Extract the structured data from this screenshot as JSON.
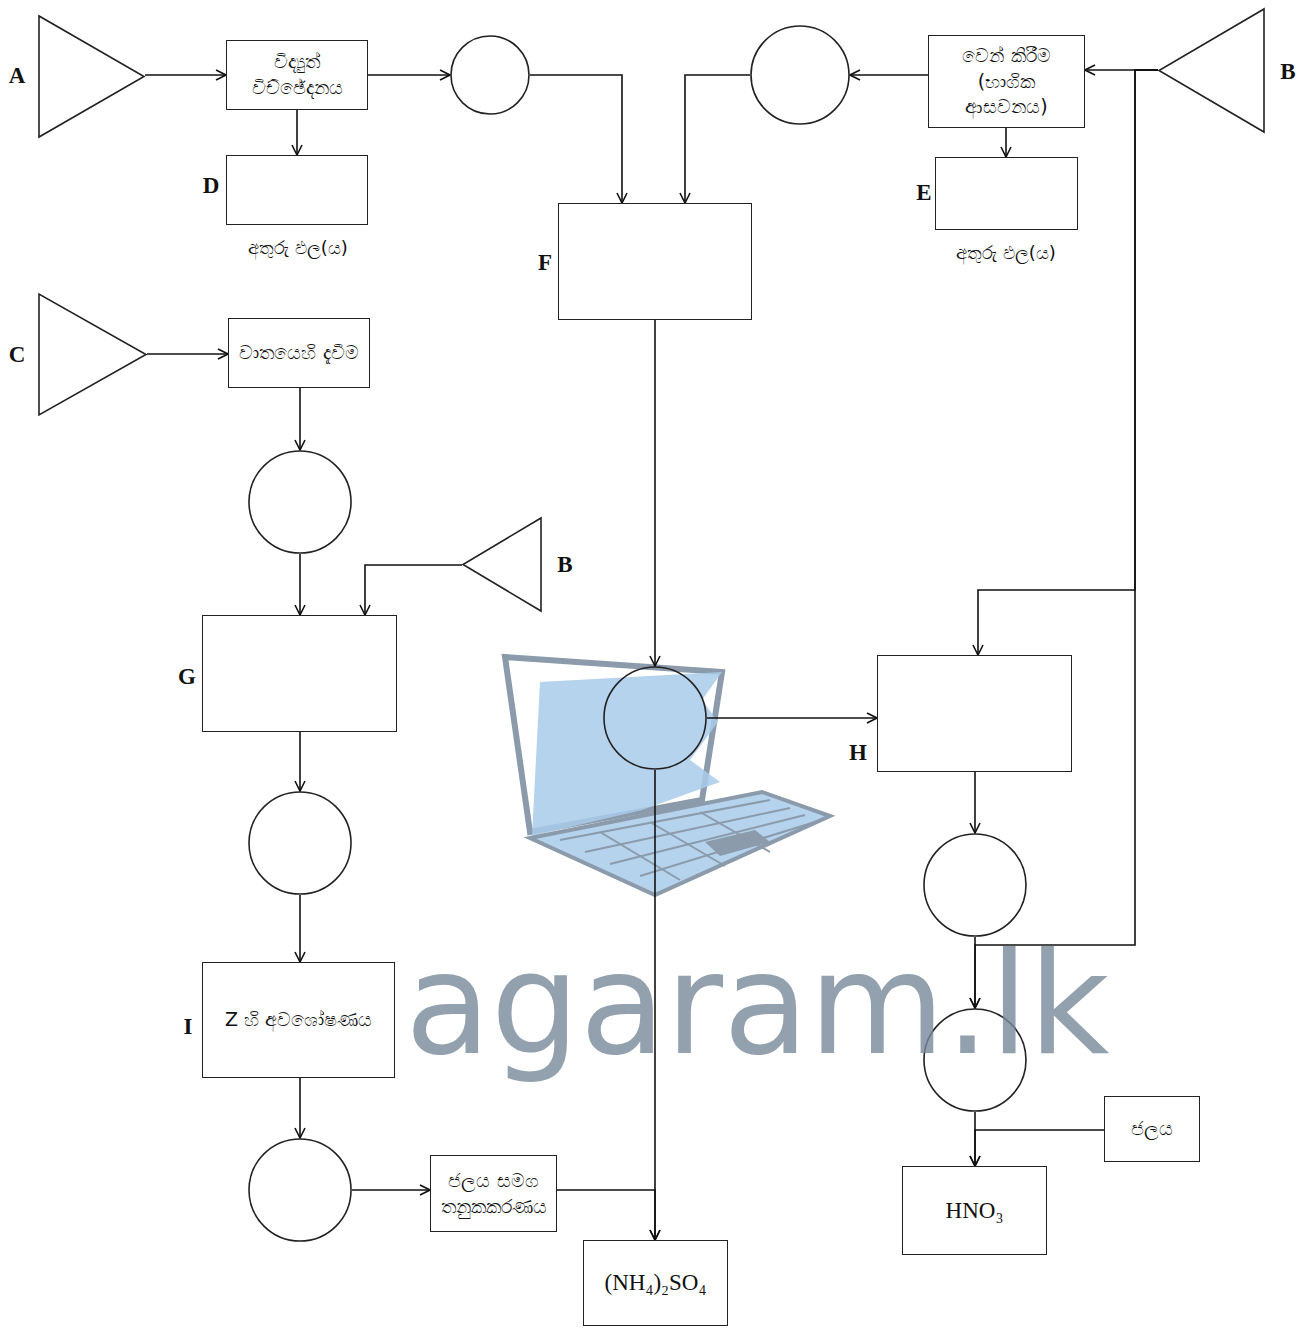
{
  "diagram": {
    "nodes": [
      {
        "text": [
          "A"
        ]
      },
      {
        "text": [
          "විද්‍යුත් විච්ඡේදනය"
        ]
      },
      {
        "text": []
      },
      {
        "text": [
          "D",
          "අතුරු ඵල(ය)"
        ]
      },
      {
        "text": [
          "B"
        ]
      },
      {
        "text": [
          "වෙන් කිරීම (භාගික ආසවනය)"
        ]
      },
      {
        "text": []
      },
      {
        "text": [
          "E",
          "අතුරු ඵල(ය)"
        ]
      },
      {
        "text": [
          "F"
        ]
      },
      {
        "text": [
          "C"
        ]
      },
      {
        "text": [
          "වාතයෙහි දැවීම"
        ]
      },
      {
        "text": []
      },
      {
        "text": [
          "B"
        ]
      },
      {
        "text": [
          "G"
        ]
      },
      {
        "text": []
      },
      {
        "text": [
          "H"
        ]
      },
      {
        "text": []
      },
      {
        "text": []
      },
      {
        "text": [
          "I",
          "Z හි අවශෝෂණය"
        ]
      },
      {
        "text": []
      },
      {
        "text": []
      },
      {
        "text": [
          "ජලය සමග තනුකකරණය"
        ]
      },
      {
        "text": [
          "ජලය"
        ]
      },
      {
        "text": [
          "(NH₄)₂SO₄"
        ]
      },
      {
        "text": [
          "HNO₃"
        ]
      }
    ],
    "edges": [
      {
        "from": 0,
        "to": 1,
        "arrow": "to"
      },
      {
        "from": 1,
        "to": 2,
        "arrow": "to"
      },
      {
        "from": 1,
        "to": 3,
        "arrow": "to"
      },
      {
        "from": 4,
        "to": 5,
        "arrow": "to"
      },
      {
        "from": 5,
        "to": 6,
        "arrow": "to"
      },
      {
        "from": 5,
        "to": 7,
        "arrow": "to"
      },
      {
        "from": 2,
        "to": 8,
        "arrow": "to"
      },
      {
        "from": 6,
        "to": 8,
        "arrow": "to"
      },
      {
        "from": 8,
        "to": 14,
        "arrow": "to"
      },
      {
        "from": 9,
        "to": 10,
        "arrow": "to"
      },
      {
        "from": 10,
        "to": 11,
        "arrow": "to"
      },
      {
        "from": 11,
        "to": 13,
        "arrow": "to"
      },
      {
        "from": 12,
        "to": 13,
        "arrow": "to"
      },
      {
        "from": 13,
        "to": 16,
        "arrow": "to"
      },
      {
        "from": 16,
        "to": 18,
        "arrow": "to"
      },
      {
        "from": 18,
        "to": 20,
        "arrow": "to"
      },
      {
        "from": 20,
        "to": 21,
        "arrow": "to"
      },
      {
        "from": 21,
        "to": 23,
        "arrow": "to"
      },
      {
        "from": 14,
        "to": 23,
        "arrow": "to"
      },
      {
        "from": 14,
        "to": 15,
        "arrow": "to"
      },
      {
        "from": 4,
        "to": 15,
        "arrow": "to"
      },
      {
        "from": 15,
        "to": 17,
        "arrow": "to"
      },
      {
        "from": 17,
        "to": 19,
        "arrow": "to"
      },
      {
        "from": 4,
        "to": 19,
        "arrow": "to"
      },
      {
        "from": 19,
        "to": 24,
        "arrow": "to"
      },
      {
        "from": 22,
        "to": 24,
        "arrow": "to"
      }
    ],
    "labels": [
      "agaram.lk"
    ]
  }
}
